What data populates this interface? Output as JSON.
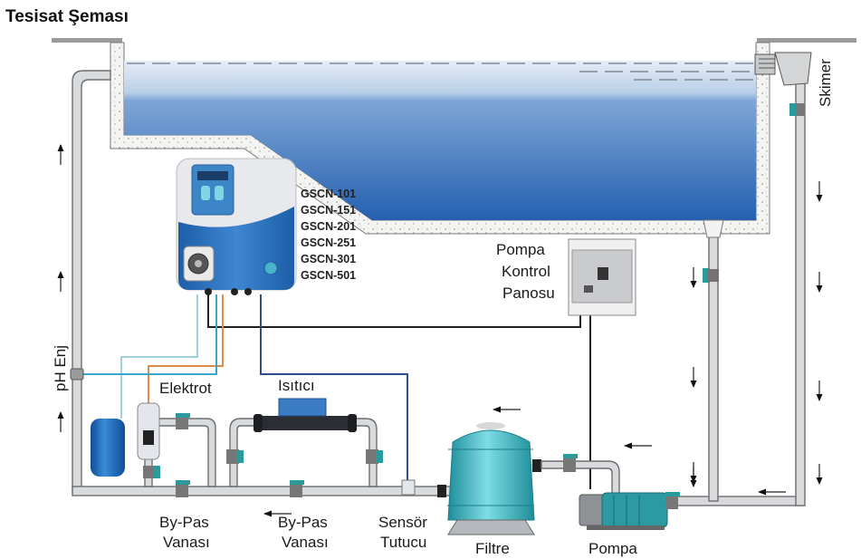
{
  "title": "Tesisat Şeması",
  "colors": {
    "water_top": "#d7e3f2",
    "water_bottom": "#2a66b4",
    "pipe": "#d9dadc",
    "pipe_outline": "#6b6e72",
    "valve": "#2a9a9a",
    "filter_tank": "#3bb6c2",
    "controller_blue": "#2569b6",
    "cable_black": "#222222",
    "cable_orange": "#e08a4a",
    "cable_cyan": "#3aa6c9",
    "cable_lightblue": "#9fd0e3",
    "cable_navy": "#2e4d8a",
    "chemical_tank": "#1f6fc0"
  },
  "controller": {
    "name": "controller-unit",
    "models": [
      "GSCN-101",
      "GSCN-151",
      "GSCN-201",
      "GSCN-251",
      "GSCN-301",
      "GSCN-501"
    ]
  },
  "labels": {
    "skimmer": "Skimer",
    "pump_panel_line1": "Pompa",
    "pump_panel_line2": "Kontrol",
    "pump_panel_line3": "Panosu",
    "ph_injection": "pH Enj",
    "electrode": "Elektrot",
    "heater": "Isıtıcı",
    "bypass1_line1": "By-Pas",
    "bypass1_line2": "Vanası",
    "bypass2_line1": "By-Pas",
    "bypass2_line2": "Vanası",
    "sensor_line1": "Sensör",
    "sensor_line2": "Tutucu",
    "filter": "Filtre",
    "pump": "Pompa"
  },
  "flow_arrows": [
    {
      "dir": "up"
    },
    {
      "dir": "up"
    },
    {
      "dir": "up"
    },
    {
      "dir": "down"
    },
    {
      "dir": "down"
    },
    {
      "dir": "down"
    },
    {
      "dir": "down"
    },
    {
      "dir": "down"
    },
    {
      "dir": "down"
    },
    {
      "dir": "down"
    },
    {
      "dir": "down"
    },
    {
      "dir": "left"
    },
    {
      "dir": "left"
    },
    {
      "dir": "left"
    },
    {
      "dir": "left"
    }
  ]
}
